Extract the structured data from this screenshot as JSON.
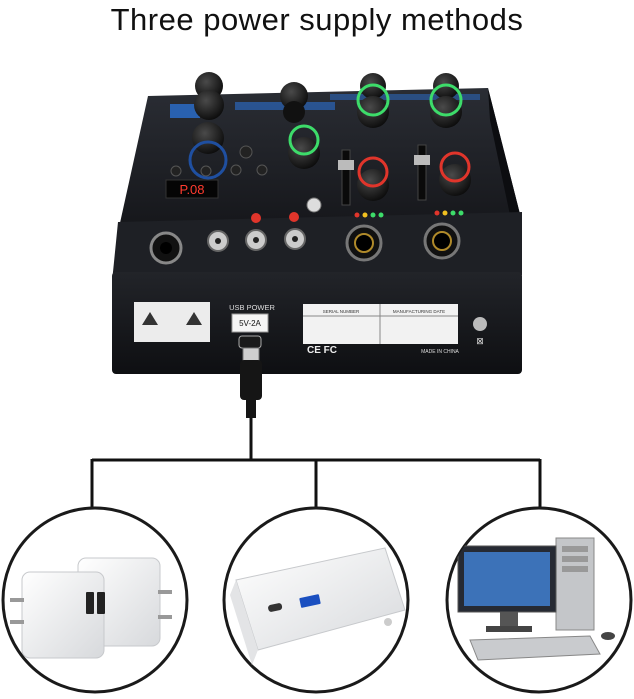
{
  "title": "Three power supply methods",
  "mixer": {
    "usb_power_label": "USB POWER",
    "usb_spec": "5V-2A",
    "serial_label": "SERIAL NUMBER",
    "mfg_label": "MANUFACTURING DATE",
    "ce_mark": "CE FC",
    "made_in": "MADE IN CHINA",
    "display_readout": "P.08"
  },
  "power_options": [
    {
      "name": "wall-charger"
    },
    {
      "name": "power-bank"
    },
    {
      "name": "desktop-computer"
    }
  ],
  "colors": {
    "mixer_body": "#1b1d22",
    "knob_green_ring": "#3ddc6a",
    "knob_red_ring": "#e0352b",
    "circle_border": "#1a1a1a"
  }
}
